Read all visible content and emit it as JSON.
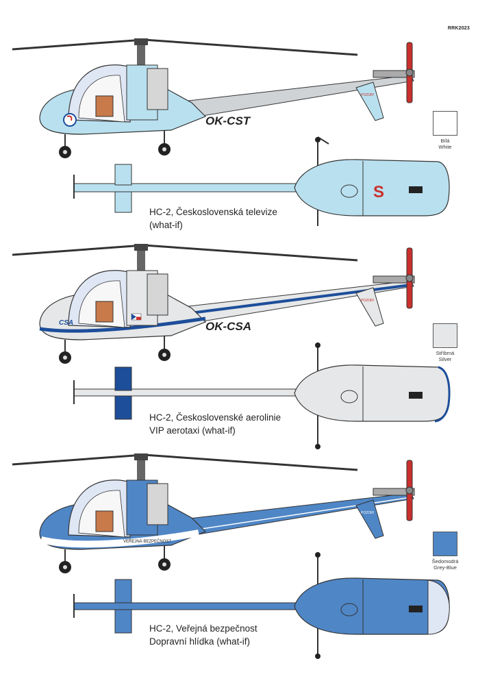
{
  "credit": "RRK2023",
  "schemes": [
    {
      "registration": "OK-CST",
      "caption_line1": "HC-2, Československá televize",
      "caption_line2": "(what-if)",
      "swatch_color": "#ffffff",
      "swatch_label_cz": "Bílá",
      "swatch_label_en": "White",
      "body_color": "#b9e0ef",
      "stripe_color": "#b9e0ef",
      "fuselage_text": "",
      "boom_text": "POZOR!"
    },
    {
      "registration": "OK-CSA",
      "caption_line1": "HC-2, Československé aerolinie",
      "caption_line2": "VIP aerotaxi (what-if)",
      "swatch_color": "#e6e7e8",
      "swatch_label_cz": "Stříbrná",
      "swatch_label_en": "Silver",
      "body_color": "#e6e7e8",
      "stripe_color": "#1d4e9a",
      "fuselage_text": "CSA",
      "boom_text": "POZOR!"
    },
    {
      "registration": "",
      "caption_line1": "HC-2, Veřejná bezpečnost",
      "caption_line2": "Dopravní hlídka (what-if)",
      "swatch_color": "#4f86c6",
      "swatch_label_cz": "Šedomodrá",
      "swatch_label_en": "Grey-Blue",
      "body_color": "#4f86c6",
      "stripe_color": "#ffffff",
      "fuselage_text": "VEŘEJNÁ BEZPEČNOST",
      "boom_text": "POZOR!"
    }
  ]
}
